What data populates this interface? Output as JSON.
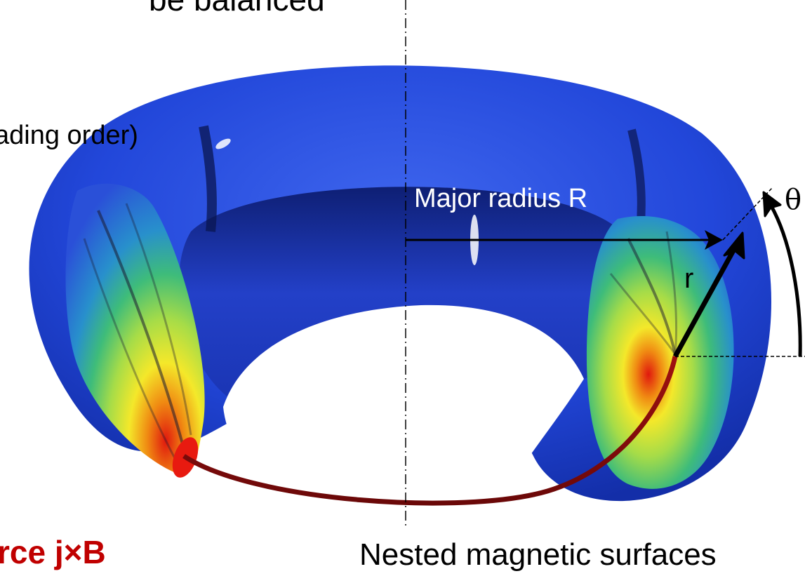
{
  "labels": {
    "top_fragment": "be balanced",
    "order_fragment": "ading order)",
    "major_radius": "Major radius R",
    "minor_radius": "r",
    "poloidal_angle": "θ",
    "force_fragment": "rce j×B",
    "nested_caption": "Nested magnetic surfaces"
  },
  "colors": {
    "torus_blue": "#1f3fd6",
    "core_red": "#e01a10",
    "force_text": "#c00000",
    "major_radius_text": "#ffffff"
  },
  "icons": {
    "major_radius_arrow": "arrow-right-icon",
    "minor_radius_arrow": "arrow-up-right-icon",
    "theta_arrow": "curved-arrow-icon"
  }
}
